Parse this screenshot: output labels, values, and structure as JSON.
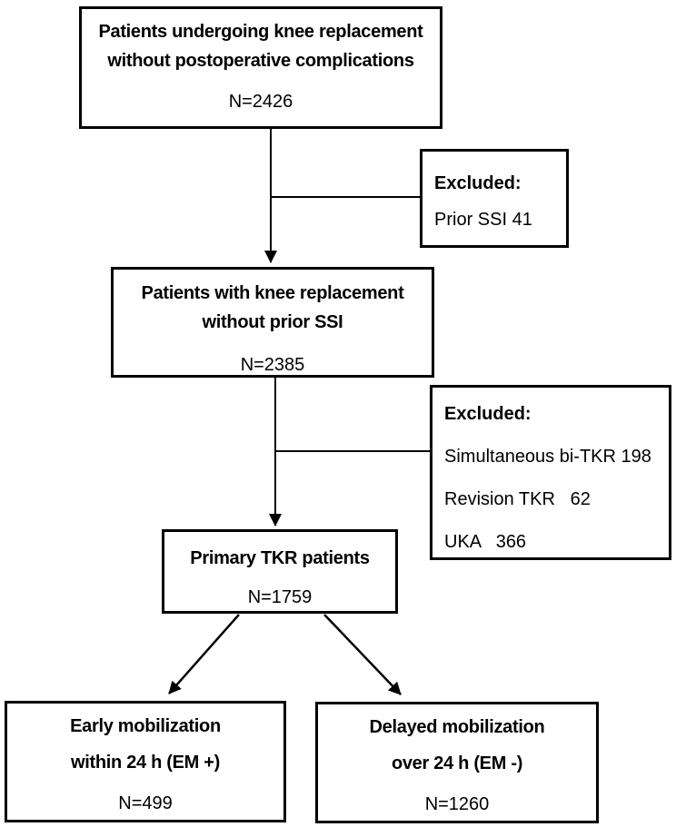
{
  "figure": {
    "type": "flowchart",
    "background_color": "#ffffff",
    "line_color": "#000000",
    "text_color": "#000000"
  },
  "boxes": {
    "enrolled": {
      "line1": "Patients undergoing knee replacement",
      "line2": "without postoperative complications",
      "n": "N=2426"
    },
    "excluded1": {
      "title": "Excluded:",
      "items": [
        "Prior SSI 41"
      ]
    },
    "no_prior_ssi": {
      "line1": "Patients with knee replacement",
      "line2": "without prior SSI",
      "n": "N=2385"
    },
    "excluded2": {
      "title": "Excluded:",
      "items": [
        "Simultaneous bi-TKR 198",
        "Revision TKR   62",
        "UKA   366"
      ]
    },
    "primary_tkr": {
      "line1": "Primary TKR patients",
      "n": "N=1759"
    },
    "early_mobilization": {
      "line1": "Early mobilization",
      "line2": "within 24 h (EM +)",
      "n": "N=499"
    },
    "delayed_mobilization": {
      "line1": "Delayed mobilization",
      "line2": "over 24 h (EM -)",
      "n": "N=1260"
    }
  }
}
